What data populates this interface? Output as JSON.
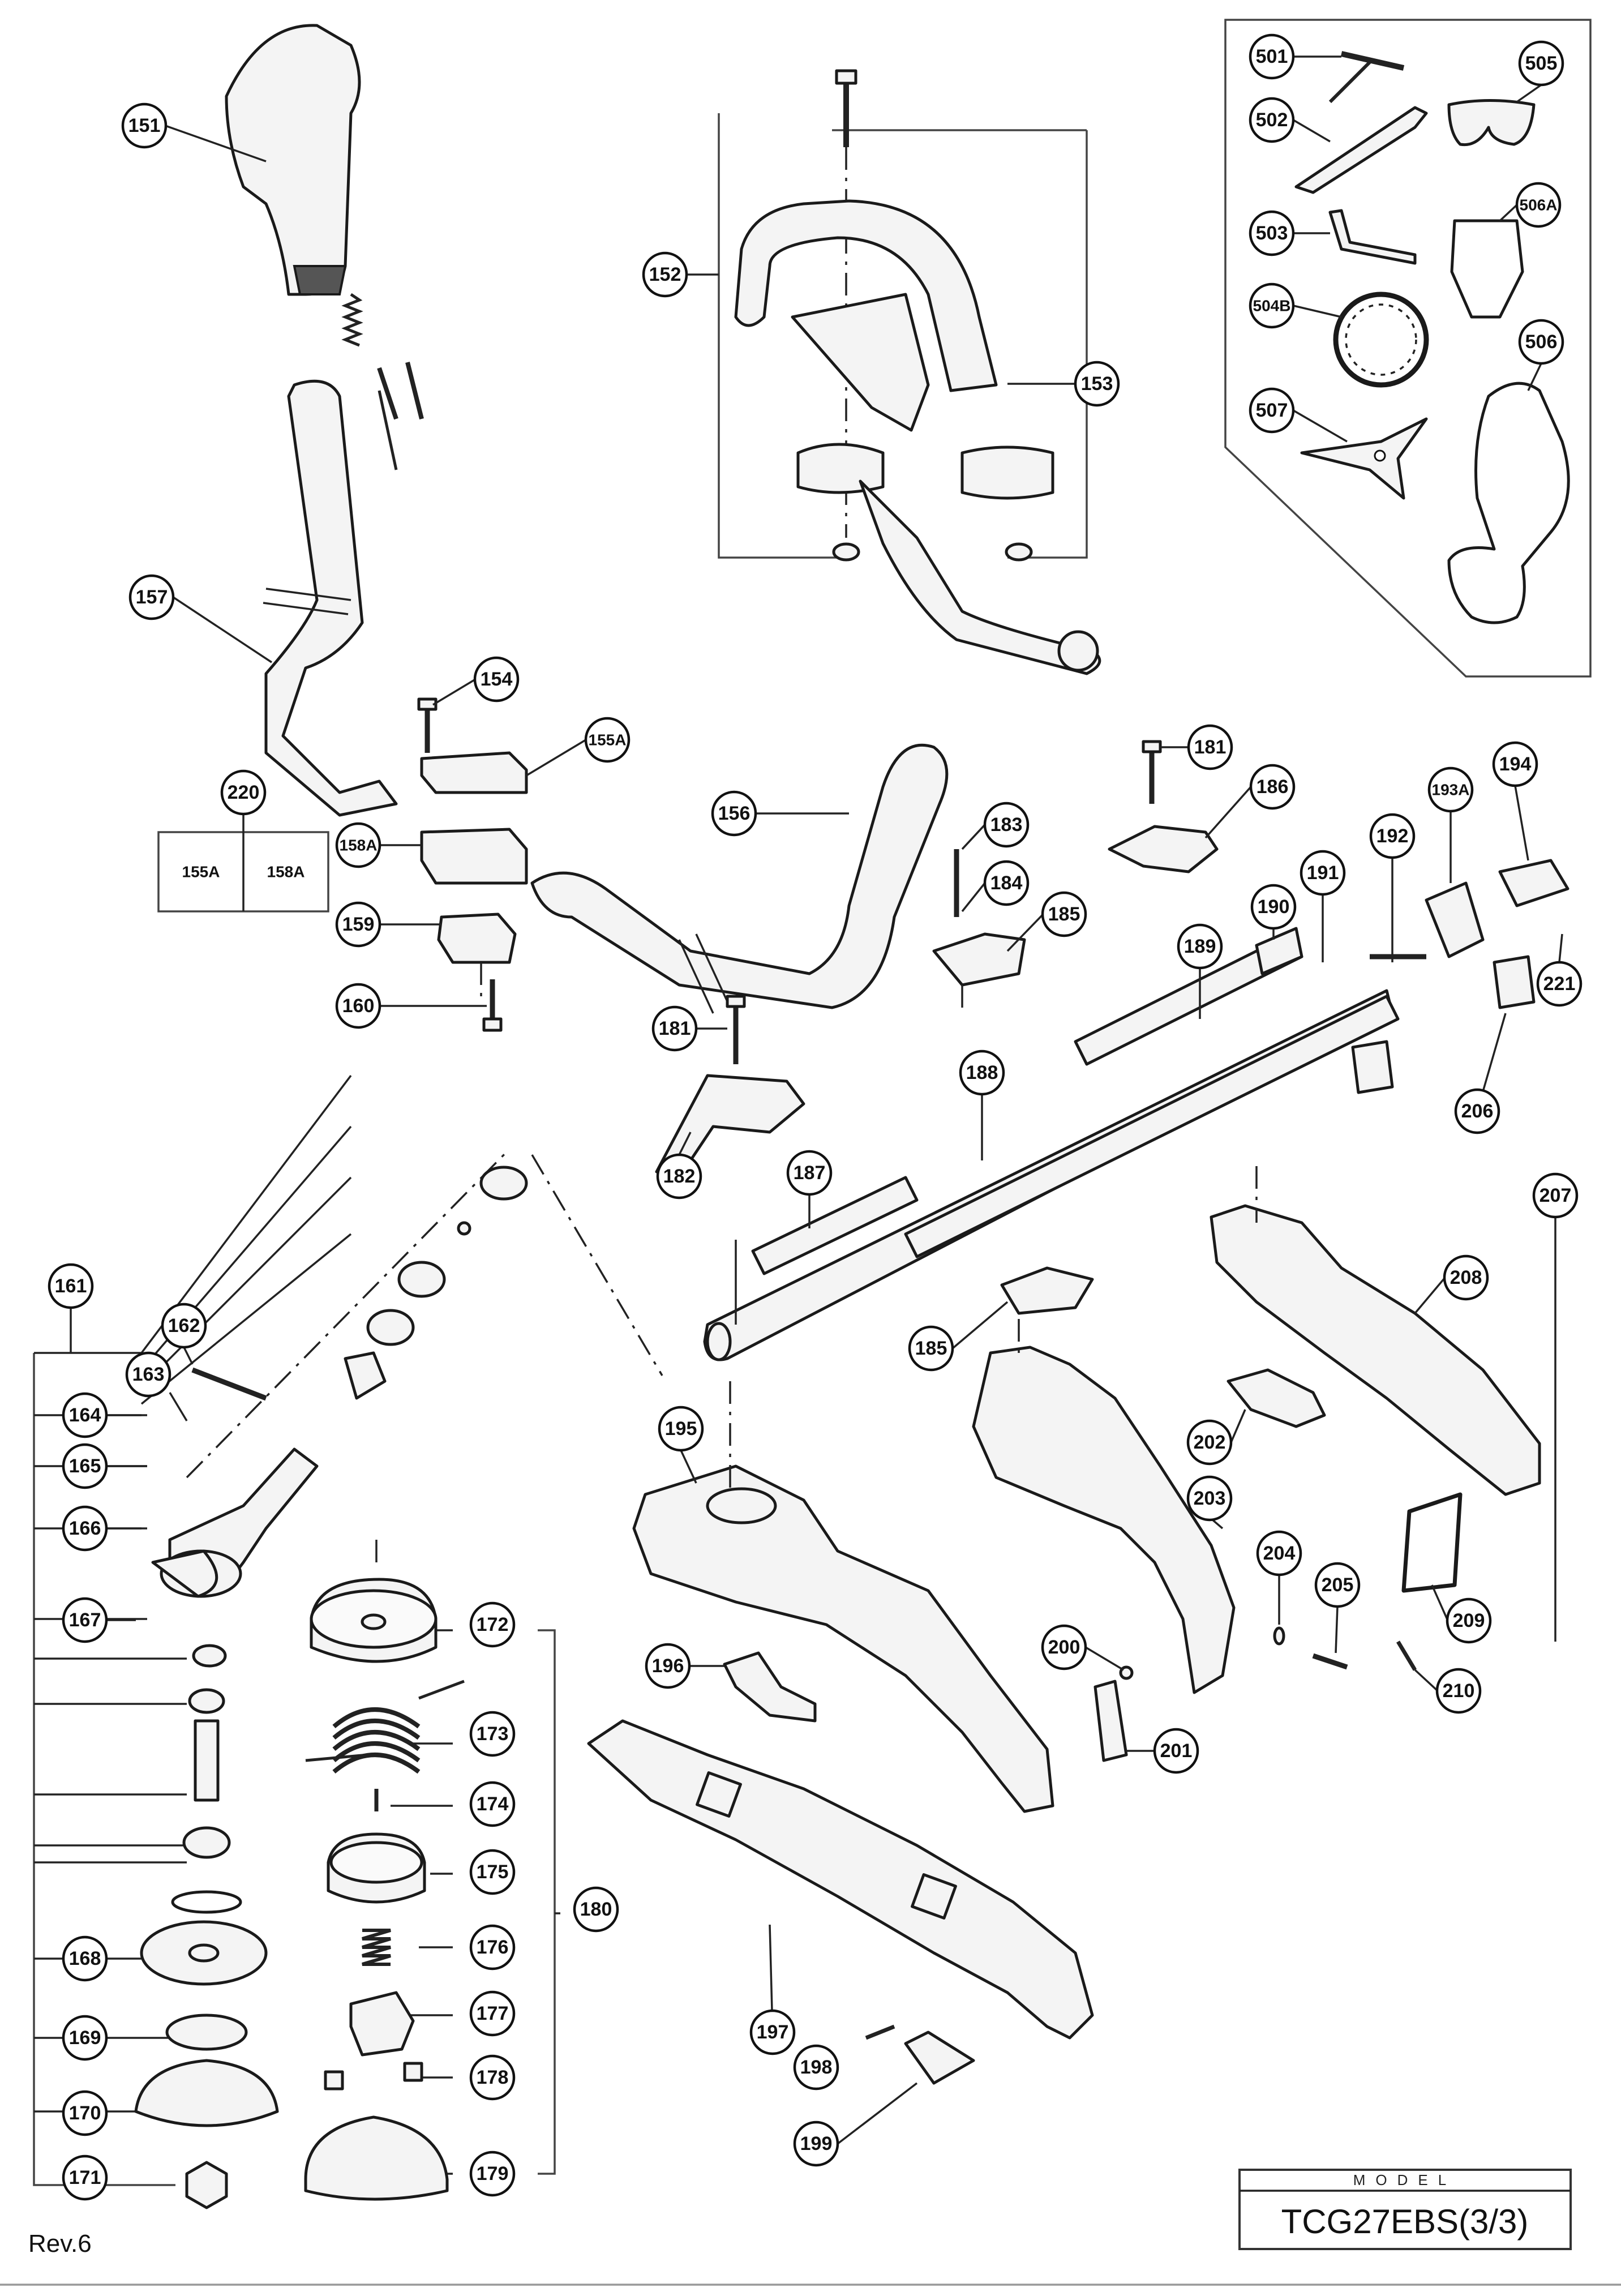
{
  "model": {
    "label": "MODEL",
    "value": "TCG27EBS(3/3)"
  },
  "revision": "Rev.6",
  "callouts": {
    "c151": "151",
    "c152": "152",
    "c153": "153",
    "c154": "154",
    "c155A": "155A",
    "c156": "156",
    "c157": "157",
    "c158A": "158A",
    "c159": "159",
    "c160": "160",
    "c161": "161",
    "c162": "162",
    "c163": "163",
    "c164": "164",
    "c165": "165",
    "c166": "166",
    "c167": "167",
    "c168": "168",
    "c169": "169",
    "c170": "170",
    "c171": "171",
    "c172": "172",
    "c173": "173",
    "c174": "174",
    "c175": "175",
    "c176": "176",
    "c177": "177",
    "c178": "178",
    "c179": "179",
    "c180": "180",
    "c181a": "181",
    "c181b": "181",
    "c182": "182",
    "c183": "183",
    "c184": "184",
    "c185a": "185",
    "c185b": "185",
    "c186": "186",
    "c187": "187",
    "c188": "188",
    "c189": "189",
    "c190": "190",
    "c191": "191",
    "c192": "192",
    "c193A": "193A",
    "c194": "194",
    "c195": "195",
    "c196": "196",
    "c197": "197",
    "c198": "198",
    "c199": "199",
    "c200": "200",
    "c201": "201",
    "c202": "202",
    "c203": "203",
    "c204": "204",
    "c205": "205",
    "c206": "206",
    "c207": "207",
    "c208": "208",
    "c209": "209",
    "c210": "210",
    "c220": "220",
    "c221": "221",
    "kit155A": "155A",
    "kit158A": "158A",
    "c501": "501",
    "c502": "502",
    "c503": "503",
    "c504B": "504B",
    "c505": "505",
    "c506": "506",
    "c506A": "506A",
    "c507": "507"
  }
}
